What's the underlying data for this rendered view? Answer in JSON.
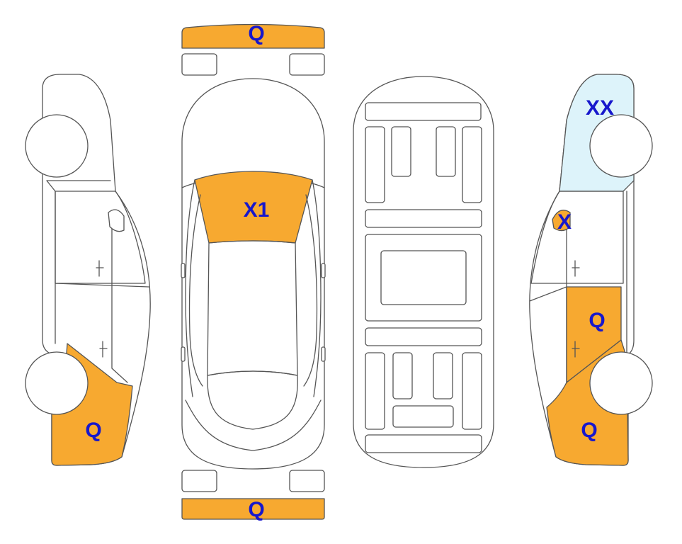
{
  "colors": {
    "damage_orange": "#F7A930",
    "highlight_blue": "#DDF3FA",
    "label_blue": "#1717CC",
    "outline": "#555555"
  },
  "labels": {
    "front_bumper": "Q",
    "windshield": "X1",
    "rear_bumper": "Q",
    "left_rear_quarter": "Q",
    "right_front_fender": "XX",
    "right_mirror": "X",
    "right_rear_door": "Q",
    "right_rear_quarter": "Q"
  }
}
